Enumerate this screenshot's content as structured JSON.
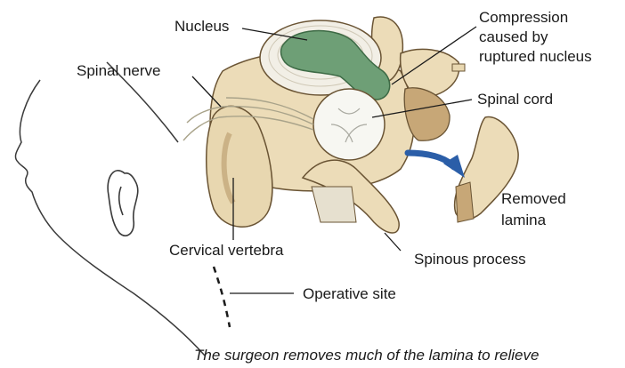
{
  "labels": {
    "nucleus": "Nucleus",
    "spinal_nerve": "Spinal nerve",
    "compression_line1": "Compression",
    "compression_line2": "caused by",
    "compression_line3": "ruptured nucleus",
    "spinal_cord": "Spinal cord",
    "removed_line1": "Removed",
    "removed_line2": "lamina",
    "cervical_vertebra": "Cervical vertebra",
    "spinous_process": "Spinous process",
    "operative_site": "Operative site"
  },
  "caption": "The surgeon removes much of the lamina to relieve",
  "colors": {
    "bone": "#ecdcb8",
    "bone_shadow": "#b89a6a",
    "disc_ring": "#f2efe6",
    "nucleus": "#6e9f76",
    "spinal_cord": "#f7f7f2",
    "arrow": "#2b5ea8",
    "ink": "#2a2a2a"
  }
}
